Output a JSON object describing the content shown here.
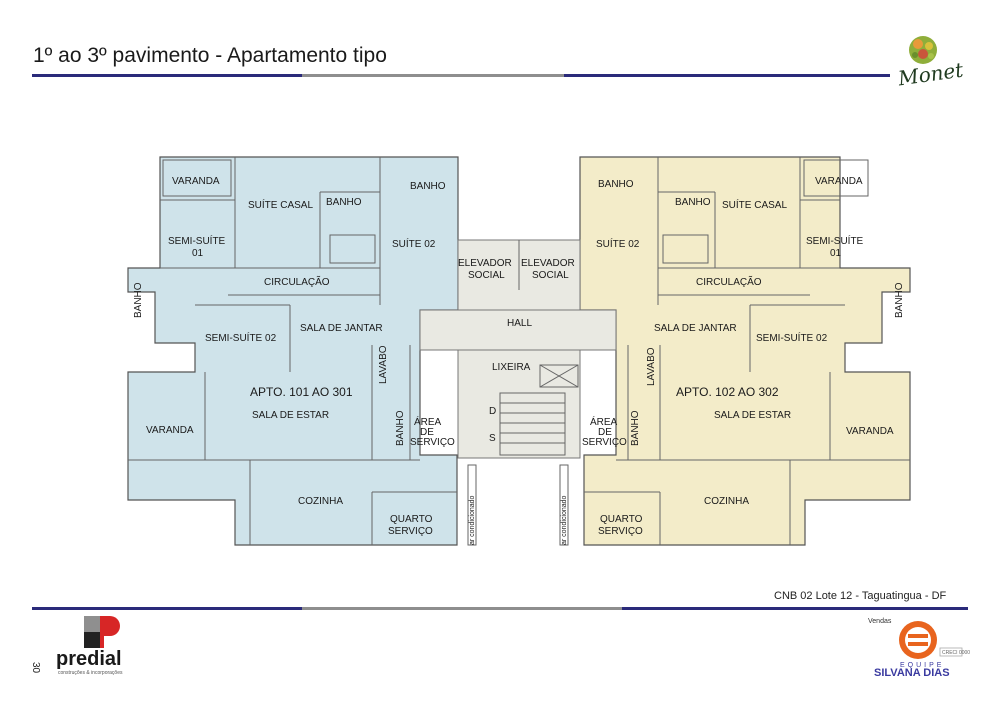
{
  "header": {
    "title": "1º ao 3º pavimento - Apartamento tipo"
  },
  "brand": {
    "name": "Monet"
  },
  "footer": {
    "address": "CNB 02 Lote 12  - Taguatingua - DF",
    "page_number": "30",
    "builder": "predial",
    "builder_tagline": "construções & incorporações",
    "sales_label": "Vendas",
    "agency_line1": "EQUIPE",
    "agency_line2": "SILVANA DIAS",
    "agency_badge": "CRECI 0000"
  },
  "plan": {
    "left": {
      "apt": "APTO. 101 AO 301",
      "varanda_top": "VARANDA",
      "suite_casal": "SUÍTE CASAL",
      "banho1": "BANHO",
      "banho2": "BANHO",
      "semi1_a": "SEMI-SUÍTE",
      "semi1_b": "01",
      "suite02": "SUÍTE 02",
      "circulacao": "CIRCULAÇÃO",
      "banho_side": "BANHO",
      "semi02": "SEMI-SUÍTE 02",
      "sala_jantar": "SALA DE JANTAR",
      "lavabo": "LAVABO",
      "sala_estar": "SALA DE ESTAR",
      "banho3": "BANHO",
      "area_a": "ÁREA",
      "area_b": "DE",
      "area_c": "SERVIÇO",
      "varanda": "VARANDA",
      "cozinha": "COZINHA",
      "quarto_a": "QUARTO",
      "quarto_b": "SERVIÇO",
      "ar": "ar condicionado"
    },
    "right": {
      "apt": "APTO. 102 AO 302",
      "varanda_top": "VARANDA",
      "suite_casal": "SUÍTE CASAL",
      "banho1": "BANHO",
      "banho2": "BANHO",
      "semi1_a": "SEMI-SUÍTE",
      "semi1_b": "01",
      "suite02": "SUÍTE 02",
      "circulacao": "CIRCULAÇÃO",
      "banho_side": "BANHO",
      "semi02": "SEMI-SUÍTE 02",
      "sala_jantar": "SALA DE JANTAR",
      "lavabo": "LAVABO",
      "sala_estar": "SALA DE ESTAR",
      "banho3": "BANHO",
      "area_a": "ÁREA",
      "area_b": "DE",
      "area_c": "SERVIÇO",
      "varanda": "VARANDA",
      "cozinha": "COZINHA",
      "quarto_a": "QUARTO",
      "quarto_b": "SERVIÇO",
      "ar": "ar condicionado"
    },
    "core": {
      "elev1_a": "ELEVADOR",
      "elev1_b": "SOCIAL",
      "elev2_a": "ELEVADOR",
      "elev2_b": "SOCIAL",
      "hall": "HALL",
      "lixeira": "LIXEIRA",
      "stair_d": "D",
      "stair_s": "S"
    }
  },
  "colors": {
    "left_fill": "#cfe3ea",
    "right_fill": "#f3ecc9",
    "core_fill": "#e9e9e2",
    "navy": "#2a2a7a",
    "gray": "#8e8e8e",
    "orange": "#e8641e"
  }
}
